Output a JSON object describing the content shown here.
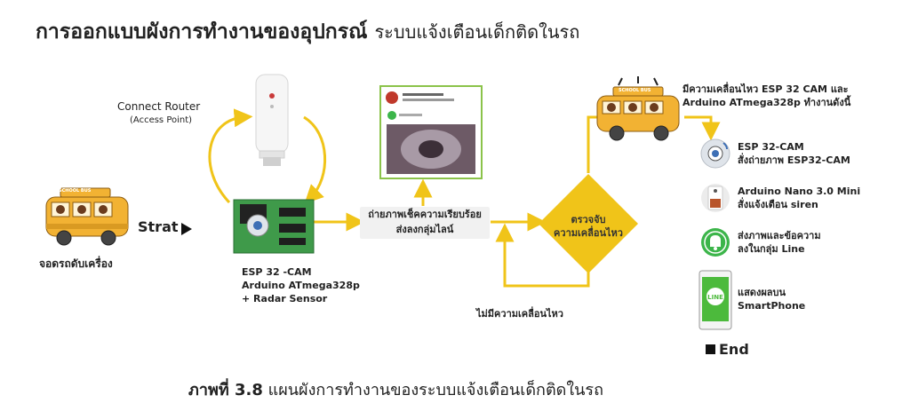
{
  "title": {
    "main": "การออกแบบผังการทำงานของอุปกรณ์",
    "sub": "ระบบแจ้งเตือนเด็กติดในรถ"
  },
  "router": {
    "line1": "Connect Router",
    "line2": "(Access Point)"
  },
  "start": {
    "label": "Strat",
    "bus_caption": "จอดรถดับเครื่อง"
  },
  "bus_sign": "SCHOOL BUS",
  "device": {
    "line1": "ESP 32 -CAM",
    "line2": "Arduino ATmega328p",
    "line3": "+ Radar Sensor"
  },
  "capture_box": {
    "line1": "ถ่ายภาพเช็คความเรียบร้อย",
    "line2": "ส่งลงกลุ่มไลน์"
  },
  "decision": {
    "line1": "ตรวจจับ",
    "line2": "ความเคลื่อนไหว"
  },
  "no_motion": "ไม่มีความเคลื่อนไหว",
  "motion_note": {
    "line1": "มีความเคลื่อนไหว ESP 32 CAM และ",
    "line2": "Arduino ATmega328p ทำงานดังนี้"
  },
  "steps": [
    {
      "line1": "ESP 32-CAM",
      "line2": "สั่งถ่ายภาพ ESP32-CAM"
    },
    {
      "line1": "Arduino Nano 3.0 Mini",
      "line2": "สั่งแจ้งเตือน siren"
    },
    {
      "line1": "ส่งภาพและข้อความ",
      "line2": "ลงในกลุ่ม Line"
    },
    {
      "line1": "แสดงผลบน",
      "line2": "SmartPhone"
    }
  ],
  "end": "End",
  "caption": {
    "label": "ภาพที่ 3.8",
    "text": "แผนผังการทำงานของระบบแจ้งเตือนเด็กติดในรถ"
  },
  "colors": {
    "arrow": "#f0c419",
    "decision": "#f0c419",
    "bus": "#f2b233",
    "router": "#f4f4f4",
    "board": "#3f9a4a",
    "line_green": "#3cb54a",
    "phone_screen": "#4cba3c"
  }
}
